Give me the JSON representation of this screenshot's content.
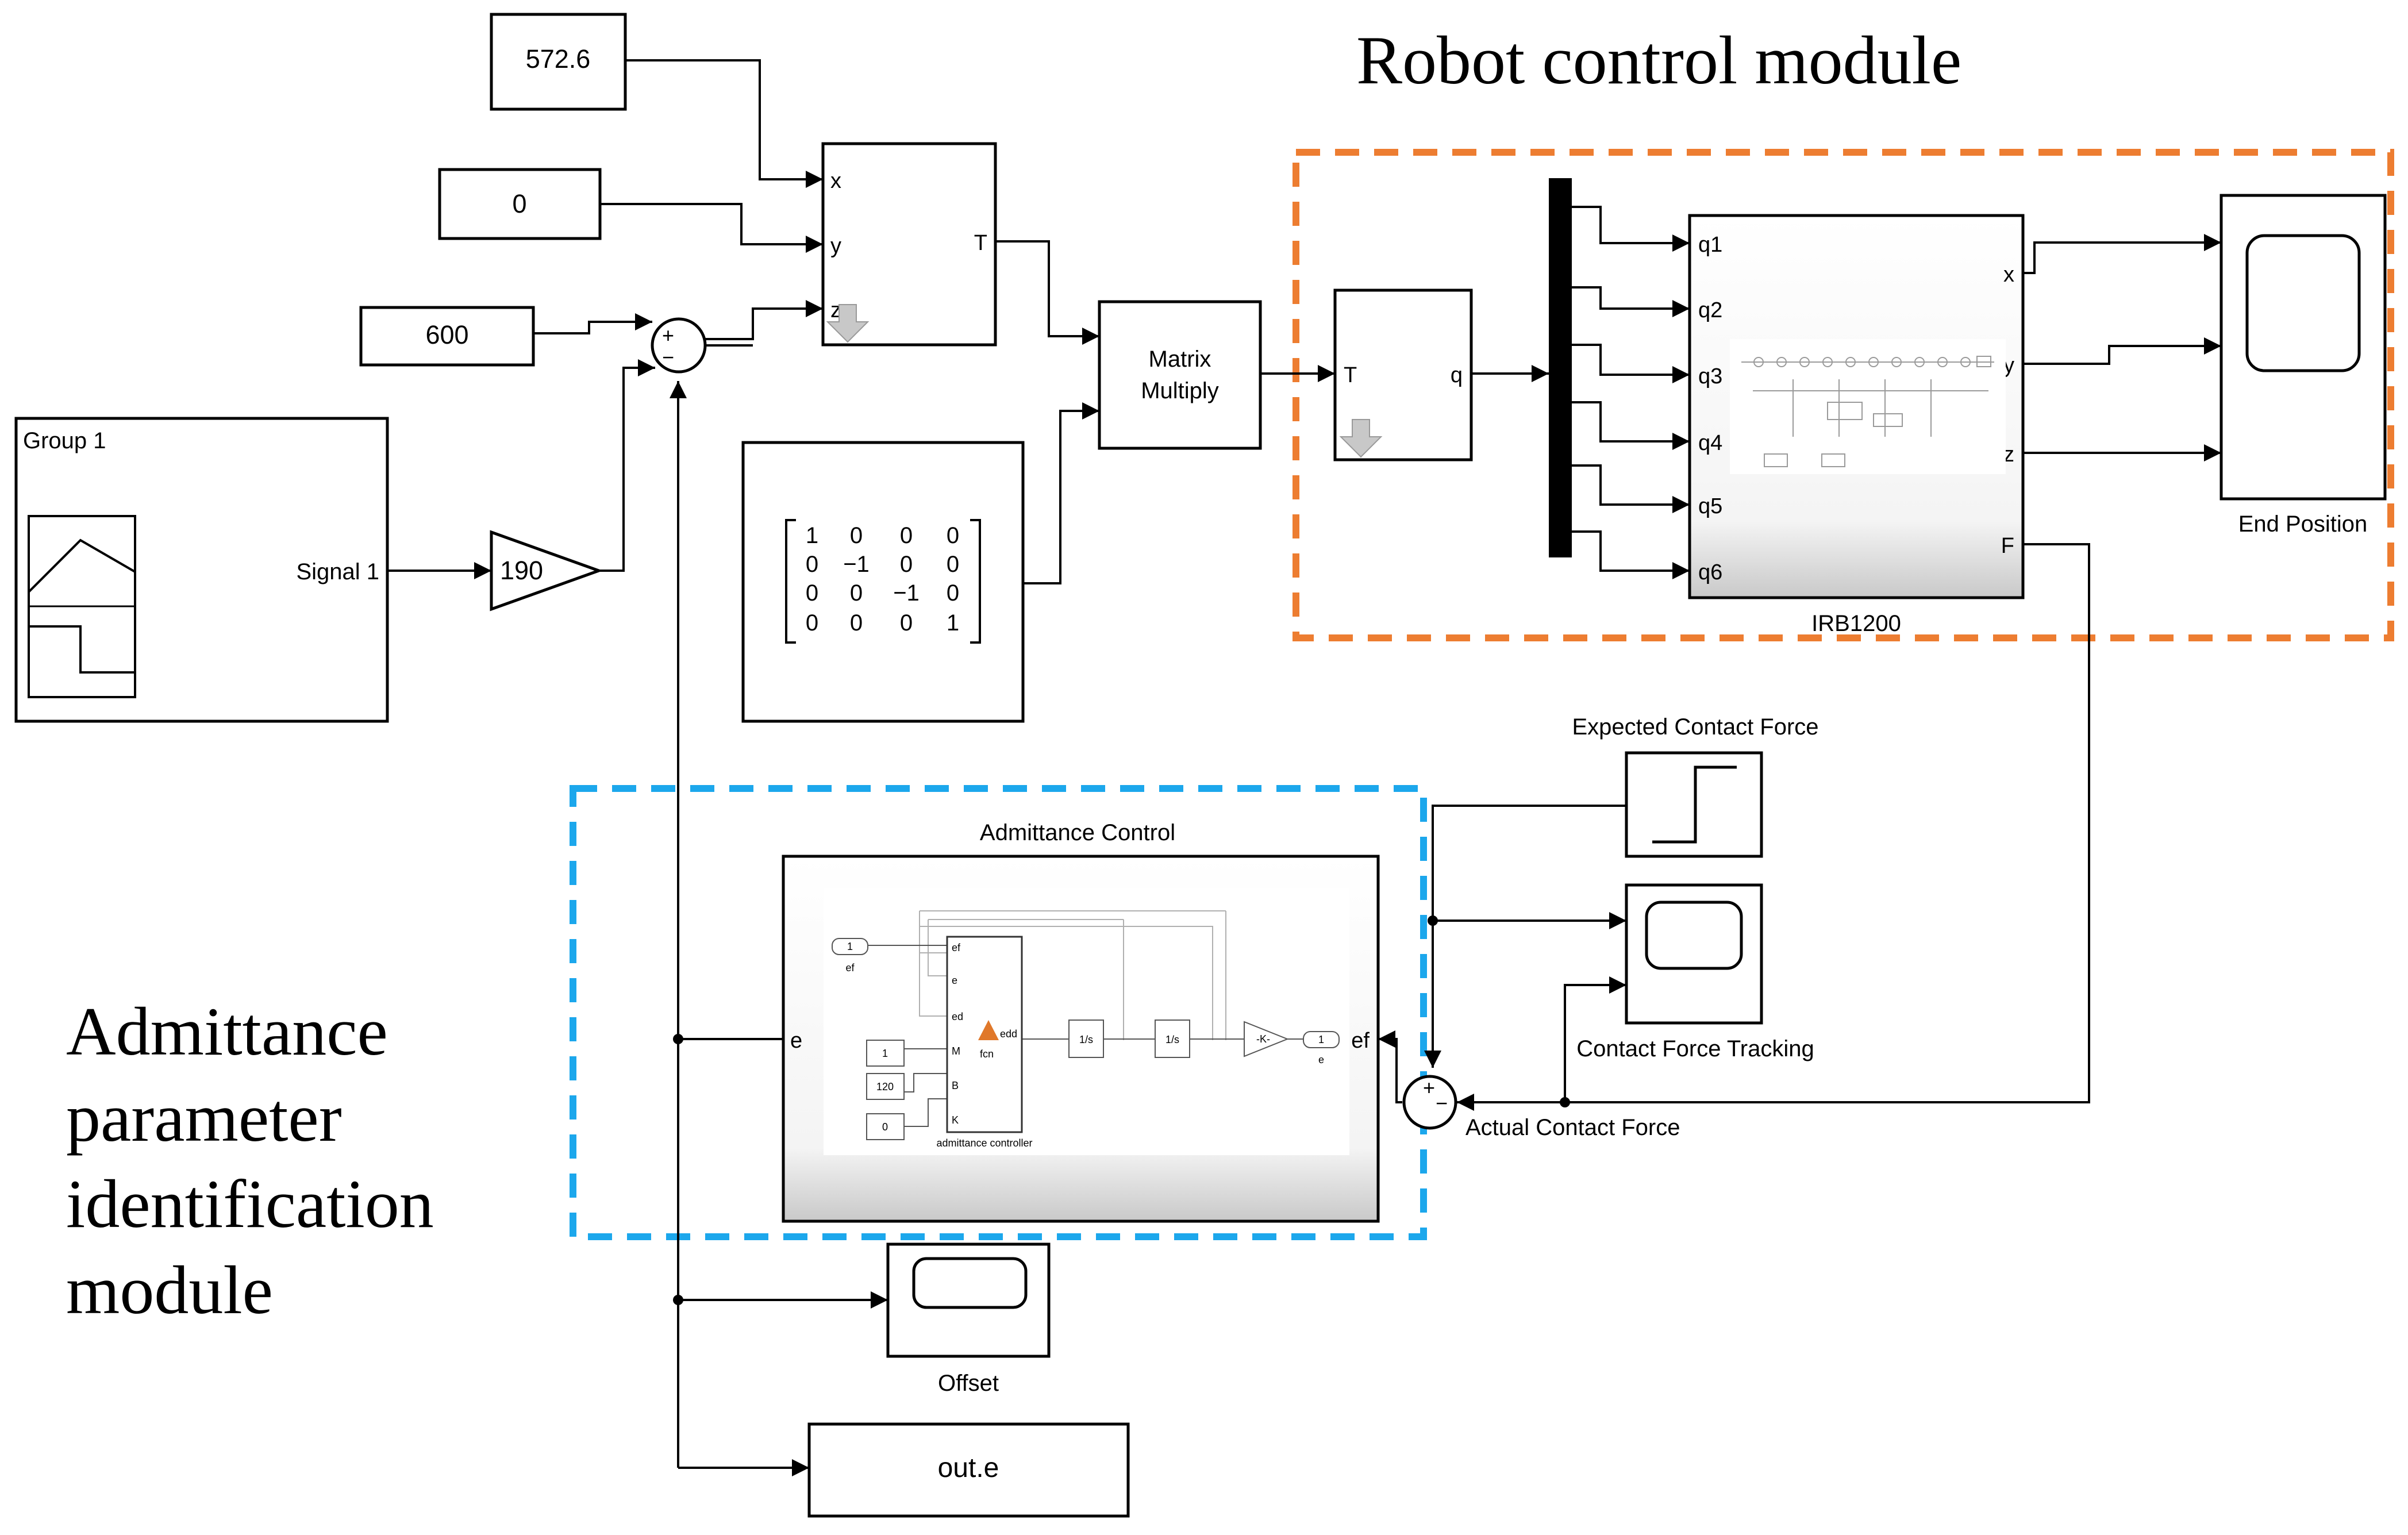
{
  "titles": {
    "robot_module": "Robot control module",
    "admittance_module": [
      "Admittance",
      "parameter",
      "identification",
      "module"
    ]
  },
  "constants": {
    "x_value": "572.6",
    "y_value": "0",
    "z_value": "600",
    "gain": "190"
  },
  "signal_builder": {
    "group": "Group 1",
    "signal": "Signal 1"
  },
  "sum_signs": {
    "top_plus": "+",
    "bottom_minus": "−",
    "force_plus_top": "+",
    "force_minus_right": "−"
  },
  "transform_block": {
    "in_x": "x",
    "in_y": "y",
    "in_z": "z",
    "out": "T"
  },
  "matrix": {
    "rows": [
      [
        "1",
        "0",
        "0",
        "0"
      ],
      [
        "0",
        "−1",
        "0",
        "0"
      ],
      [
        "0",
        "0",
        "−1",
        "0"
      ],
      [
        "0",
        "0",
        "0",
        "1"
      ]
    ]
  },
  "matrix_multiply": [
    "Matrix",
    "Multiply"
  ],
  "ik_block": {
    "in": "T",
    "out": "q"
  },
  "robot": {
    "name": "IRB1200",
    "inputs": [
      "q1",
      "q2",
      "q3",
      "q4",
      "q5",
      "q6"
    ],
    "outputs": [
      "x",
      "y",
      "z",
      "F"
    ]
  },
  "scopes": {
    "end_position": "End Position",
    "contact_force_tracking": "Contact Force Tracking",
    "offset": "Offset"
  },
  "expected_force": "Expected Contact Force",
  "actual_force": "Actual Contact Force",
  "admittance": {
    "title": "Admittance Control",
    "in_port": "e",
    "out_port": "ef",
    "inner": {
      "inport_value": "1",
      "inport_label": "ef",
      "const_m": "1",
      "const_b": "120",
      "const_k": "0",
      "fcn_ports": [
        "ef",
        "e",
        "ed",
        "M",
        "B",
        "K"
      ],
      "fcn_label": "fcn",
      "fcn_out": "edd",
      "controller_label": "admittance controller",
      "integrator": "1/s",
      "gain": "-K-",
      "outport_value": "1",
      "outport_label": "e"
    }
  },
  "workspace_out": "out.e",
  "colors": {
    "robot_border": "#ED7D31",
    "admittance_border": "#1CA7EC"
  }
}
